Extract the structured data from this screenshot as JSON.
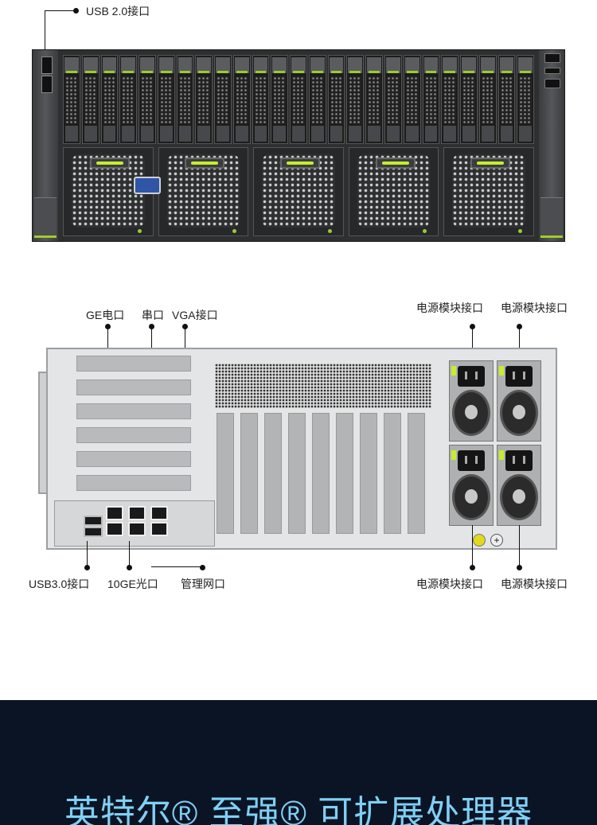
{
  "front": {
    "usb2_label": "USB 2.0接口"
  },
  "rear": {
    "top_labels": {
      "ge_copper": "GE电口",
      "serial": "串口",
      "vga": "VGA接口",
      "psu_top_left": "电源模块接口",
      "psu_top_right": "电源模块接口"
    },
    "bottom_labels": {
      "usb3": "USB3.0接口",
      "ge10_optical": "10GE光口",
      "mgmt": "管理网口",
      "psu_bottom_left": "电源模块接口",
      "psu_bottom_right": "电源模块接口"
    }
  },
  "banner": {
    "title": "英特尔® 至强® 可扩展处理器"
  },
  "colors": {
    "accent_green": "#9ccd2a",
    "banner_bg": "#0b1424",
    "banner_text": "#7fd0f5",
    "vga_blue": "#2f55a7"
  }
}
